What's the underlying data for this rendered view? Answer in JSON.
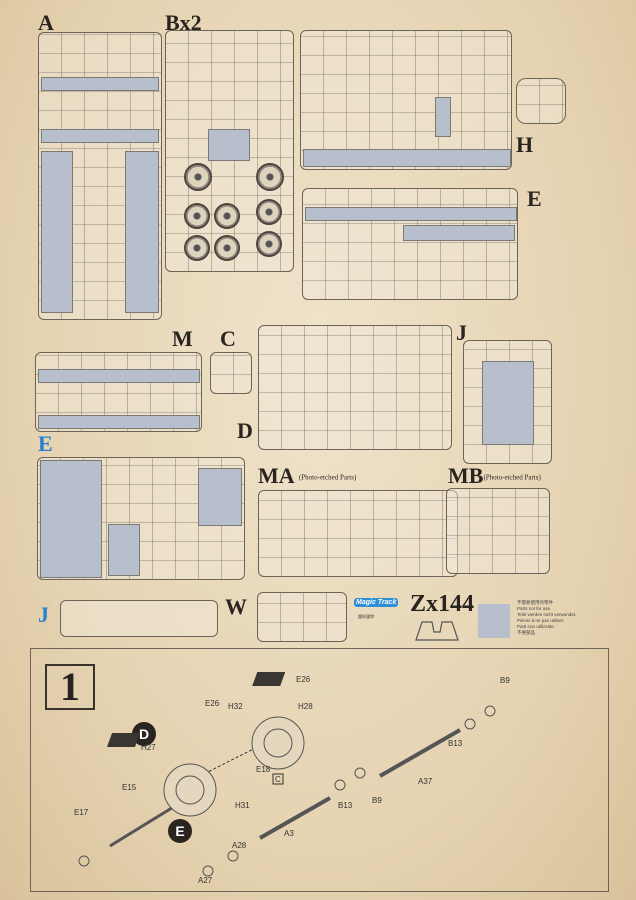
{
  "sprue_labels": {
    "A": "A",
    "B": "Bx2",
    "H": "H",
    "E_top": "E",
    "M": "M",
    "C": "C",
    "D": "D",
    "J_top": "J",
    "E_blue": "E",
    "MA": "MA",
    "MA_note": "(Photo-etched Parts)",
    "MB": "MB",
    "MB_note": "(Photo-etched Parts)",
    "J_blue": "J",
    "W": "W",
    "Zx144": "Zx144"
  },
  "magic_track": {
    "logo": "Magic Track",
    "subtitle": "魔術履帶"
  },
  "legend": {
    "lines": [
      "不需要使用的零件",
      "Parts not for use.",
      "Teile werden nicht verwendet.",
      "Pièces à ne pas utiliser.",
      "Parti non utilizzate.",
      "不要部品"
    ],
    "color": "#b8bfcc"
  },
  "step": {
    "number": "1",
    "markers": {
      "D": "D",
      "E": "E",
      "C": "C"
    },
    "part_labels": [
      "E26",
      "E26",
      "H32",
      "H28",
      "H27",
      "E18",
      "H31",
      "E15",
      "E17",
      "A28",
      "A27",
      "A3",
      "B13",
      "B9",
      "A37",
      "B13",
      "B9"
    ]
  }
}
